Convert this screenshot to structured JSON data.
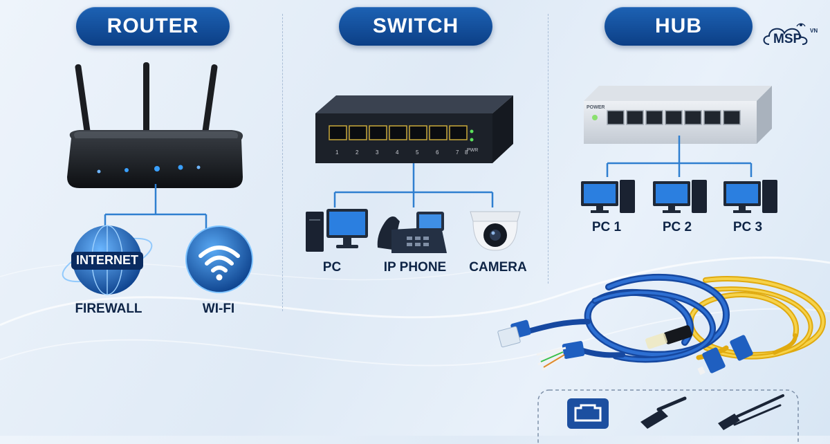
{
  "sections": {
    "router": {
      "title": "ROUTER",
      "children": [
        "INTERNET",
        "FIREWALL",
        "WI-FI"
      ]
    },
    "switch": {
      "title": "SWITCH",
      "port_numbers": [
        "1",
        "2",
        "3",
        "4",
        "5",
        "6",
        "7",
        "8"
      ],
      "pwr_label": "PWR",
      "children": [
        "PC",
        "IP PHONE",
        "CAMERA"
      ]
    },
    "hub": {
      "title": "HUB",
      "power_label": "POWER",
      "children": [
        "PC 1",
        "PC 2",
        "PC 3"
      ]
    }
  },
  "logo": {
    "text": "MSP",
    "superscript": "VN"
  },
  "colors": {
    "accent": "#1d62b4",
    "line": "#2f7fd0",
    "glow": "#3aa0ff",
    "cable_blue": "#1f5fc0",
    "cable_yellow": "#f2c21a"
  },
  "icons": [
    "router-icon",
    "switch-icon",
    "hub-icon",
    "internet-globe-icon",
    "wifi-icon",
    "desktop-pc-icon",
    "ip-phone-icon",
    "camera-icon",
    "rj45-connector-icon",
    "fiber-connector-icon",
    "ethernet-port-icon"
  ]
}
